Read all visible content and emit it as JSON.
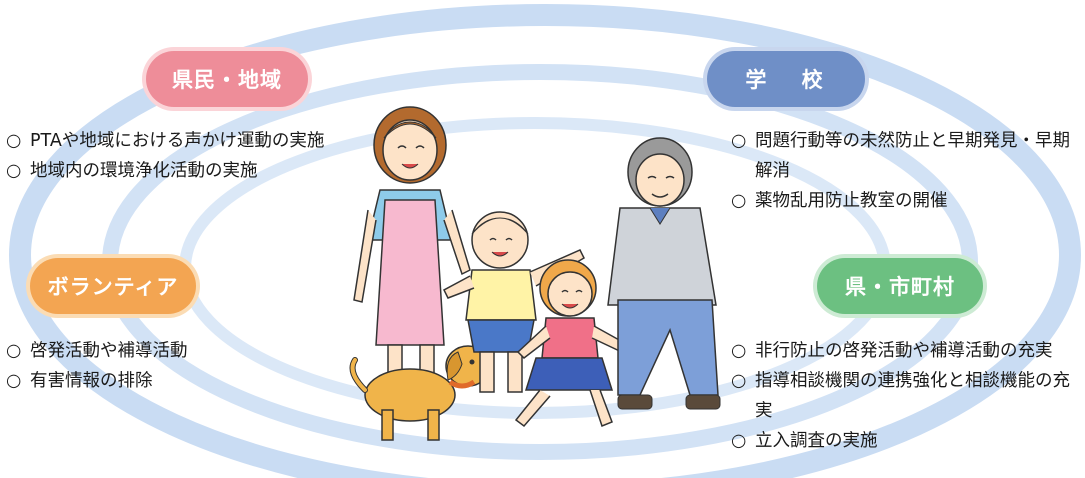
{
  "groups": {
    "kenmin": {
      "label": "県民・地域",
      "items": [
        "PTAや地域における声かけ運動の実施",
        "地域内の環境浄化活動の実施"
      ]
    },
    "gakko": {
      "label": "学 校",
      "items": [
        "問題行動等の未然防止と早期発見・早期解消",
        "薬物乱用防止教室の開催"
      ]
    },
    "volunteer": {
      "label": "ボランティア",
      "items": [
        "啓発活動や補導活動",
        "有害情報の排除"
      ]
    },
    "ken_shichoson": {
      "label": "県・市町村",
      "items": [
        "非行防止の啓発活動や補導活動の充実",
        "指導相談機関の連携強化と相談機能の充実",
        "立入調査の実施"
      ]
    }
  },
  "colors": {
    "ring": "#c5daf2",
    "kenmin": "#ee8d99",
    "gakko": "#6f8fc7",
    "volunteer": "#f3a552",
    "ken_shichoson": "#6cc081"
  }
}
